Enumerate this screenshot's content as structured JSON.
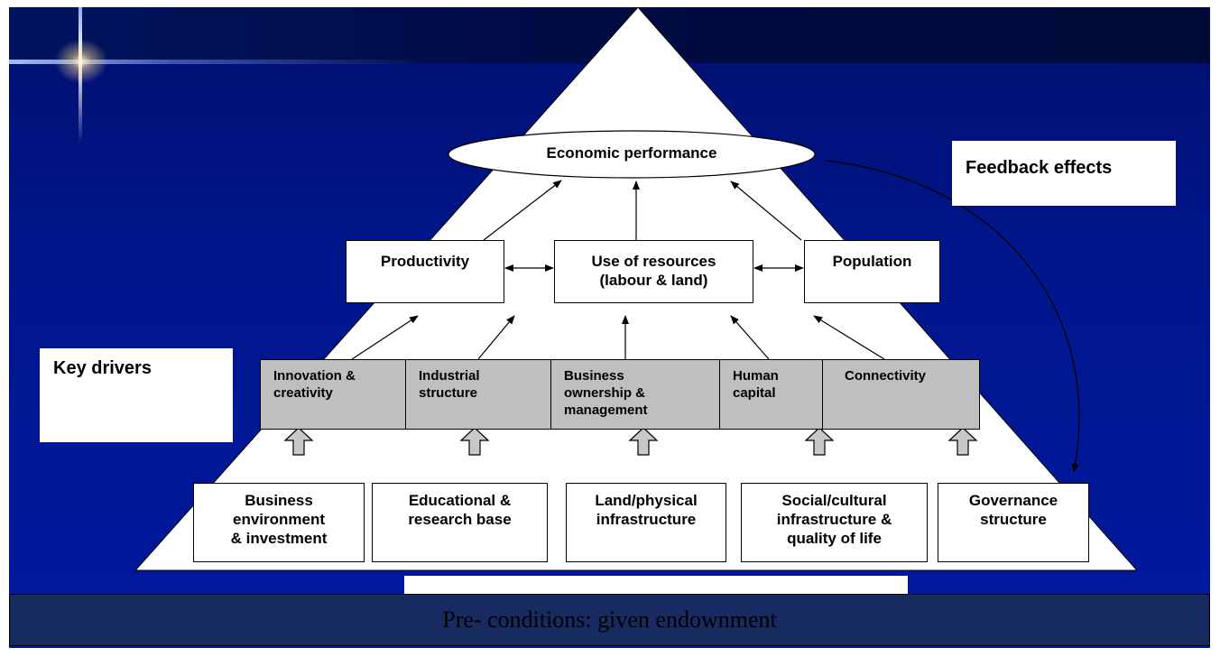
{
  "diagram": {
    "outcome": "Economic performance",
    "components": [
      "Productivity",
      "Use of resources\n(labour & land)",
      "Population"
    ],
    "drivers": [
      "Innovation &\ncreativity",
      "Industrial\nstructure",
      "Business\nownership &\nmanagement",
      "Human\ncapital",
      "Connectivity"
    ],
    "preconditions": [
      "Business\nenvironment\n& investment",
      "Educational &\nresearch base",
      "Land/physical\ninfrastructure",
      "Social/cultural\ninfrastructure &\nquality of life",
      "Governance\nstructure"
    ],
    "labels": {
      "feedback": "Feedback effects",
      "key_drivers": "Key drivers"
    }
  },
  "banner": "Pre- conditions: given endownment"
}
